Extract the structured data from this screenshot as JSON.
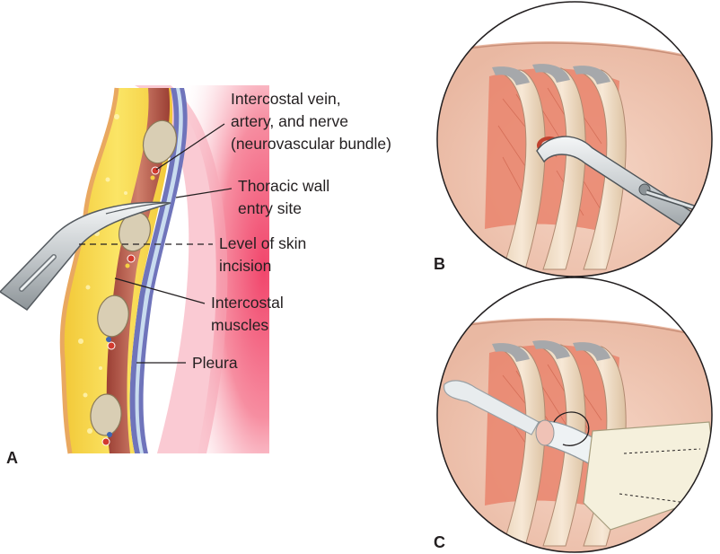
{
  "panels": {
    "a": "A",
    "b": "B",
    "c": "C"
  },
  "labels": {
    "neurovascular": [
      "Intercostal vein,",
      "artery, and nerve",
      "(neurovascular bundle)"
    ],
    "entry_site": [
      "Thoracic wall",
      "entry site"
    ],
    "skin_incision": [
      "Level of skin",
      "incision"
    ],
    "muscles": [
      "Intercostal",
      "muscles"
    ],
    "pleura": [
      "Pleura"
    ]
  },
  "colors": {
    "skin": "#f2c8b4",
    "fat": "#f6d84a",
    "muscle": "#b8574a",
    "rib": "#d8cdb2",
    "pleura": "#6e72b8",
    "lung_glow": "#f25a78",
    "instrument": "#c8ccd0",
    "dressing": "#f4efd8",
    "tube": "#e6ebee"
  }
}
